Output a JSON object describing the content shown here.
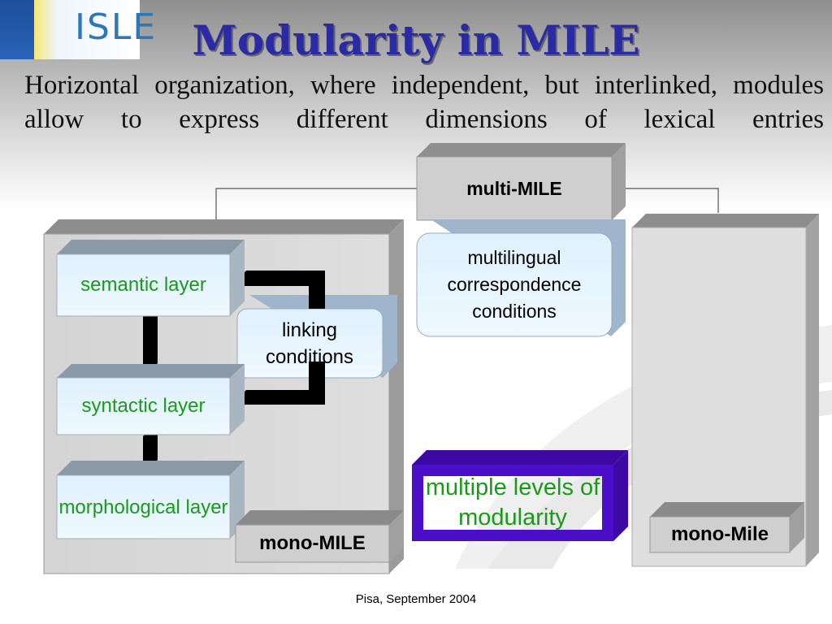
{
  "logo": {
    "text": "ISLE"
  },
  "slide": {
    "title": "Modularity in MILE",
    "subtitle": "Horizontal organization, where independent, but interlinked, modules allow to express different dimensions of lexical entries"
  },
  "diagram": {
    "multi_mile": "multi-MILE",
    "multilingual": "multilingual correspondence conditions",
    "semantic": "semantic layer",
    "syntactic": "syntactic layer",
    "morphological": "morphological layer",
    "linking": "linking conditions",
    "mono_mile": "mono-MILE",
    "mono_mile_right": "mono-Mile",
    "levels": "multiple levels of modularity"
  },
  "footer": {
    "text": "Pisa, September 2004"
  },
  "colors": {
    "title": "#2a2aa4",
    "layer_text": "#1a9a1a",
    "levels_frame": "#4b0fc9"
  }
}
